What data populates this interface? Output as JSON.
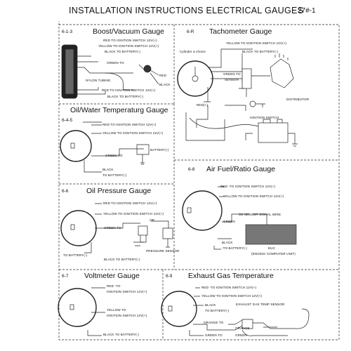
{
  "header": {
    "title": "INSTALLATION INSTRUCTIONS ELECTRICAL GAUGES",
    "code": "27#-1"
  },
  "boost": {
    "code": "6-1-3",
    "title": "Boost/Vacuum Gauge",
    "labels": {
      "red_top": "RED TO IGNITION SWITCH 12V(+)",
      "yellow": "YELLOW  TO IGNITION SWITCH 12V(+)",
      "black_top": "BLACK  TO BATTERY(-)",
      "green": "GREEN TO",
      "red_r": "RED",
      "black_r": "BLACK",
      "nylon": "NYLON TUBING",
      "red_bottom": "RED  TO IGNITION SWITCH 12V(+)",
      "black_bottom": "BLACK  TO BATTERY(-)"
    }
  },
  "tacho": {
    "code": "6-R",
    "title": "Tachometer Gauge",
    "labels": {
      "cyl": "Cylinder a choice",
      "yellow": "YELLOW  TO IGNITION SWITCH 12V(+)",
      "black": "BLACK  TO BATTERY(-)",
      "green": "GREEN TO",
      "sensor": "SENSOR",
      "distributor": "DISTRIBUTOR",
      "red": "RED(+)",
      "ign": "IGNITION SWITCH"
    }
  },
  "oilwater": {
    "code": "6-4-5",
    "title": "Oil/Water Temperaturg Gauge",
    "labels": {
      "red": "RED TO IGNITION SWITCH 12V(+)",
      "yellow": "YELLOW  TO IGNITION SWITCH 12V(+)",
      "green": "GREEN TO",
      "battery": "BATTERY(-)",
      "black": "BLACK",
      "to_battery": "TO BATTERY(-)"
    }
  },
  "afr": {
    "code": "6-8",
    "title": "Air Fuel/Ratio Gauge",
    "labels": {
      "red": "RED -TO IGNITION SWITCH 12V(+)",
      "yellow": "YELLOW  TO IGNITION SWITCH 12V(+)",
      "o2": "O2  SENSOR SIGNAL WIRE",
      "green": "GREEN",
      "black": "BLACK",
      "black_to": "-TO BATTERY(-)",
      "euc": "EUC",
      "ecu": "(ENGING COMPUTER UNIT)"
    }
  },
  "oil": {
    "code": "6-6",
    "title": "Oil Pressure Gauge",
    "labels": {
      "red": "RED TO IGNITION SWITCH 12V(+)",
      "yellow": "YELLOW TO IGNITION SWITCH 12V(+)",
      "or": "OR",
      "green": "GREEN TO",
      "sensor": "PRESSURE SENSOR",
      "battery": "TO BATTERY(-)",
      "black": "BLACK TO BATTERY(-)"
    }
  },
  "volt": {
    "code": "6-7",
    "title": "Voltmeter Gauge",
    "labels": {
      "red1": "RED -TO",
      "red2": "IGNITION SWITCH 12V(+)",
      "yellow1": "YELLOW  TO",
      "yellow2": "IGNITION SWITCH 12V(+)",
      "black": "BLACK TO BATTERY(-)"
    }
  },
  "egt": {
    "code": "6-9",
    "title": "Exhaust Gas Temperature",
    "labels": {
      "red": "RED -TO IGNITION SWITCH 12V(+)",
      "yellow": "YELLOW TO IGNITION SWITCH 12V(+)",
      "black1": "BLACK",
      "black2": "TO BATTERY(-)",
      "orange": "ORANGE TO",
      "green": "GREEN TO",
      "exh": "EXHAUST GAS TEMP SENSOR",
      "orange_r": "ORANGE",
      "green_r": "GREEN"
    }
  }
}
